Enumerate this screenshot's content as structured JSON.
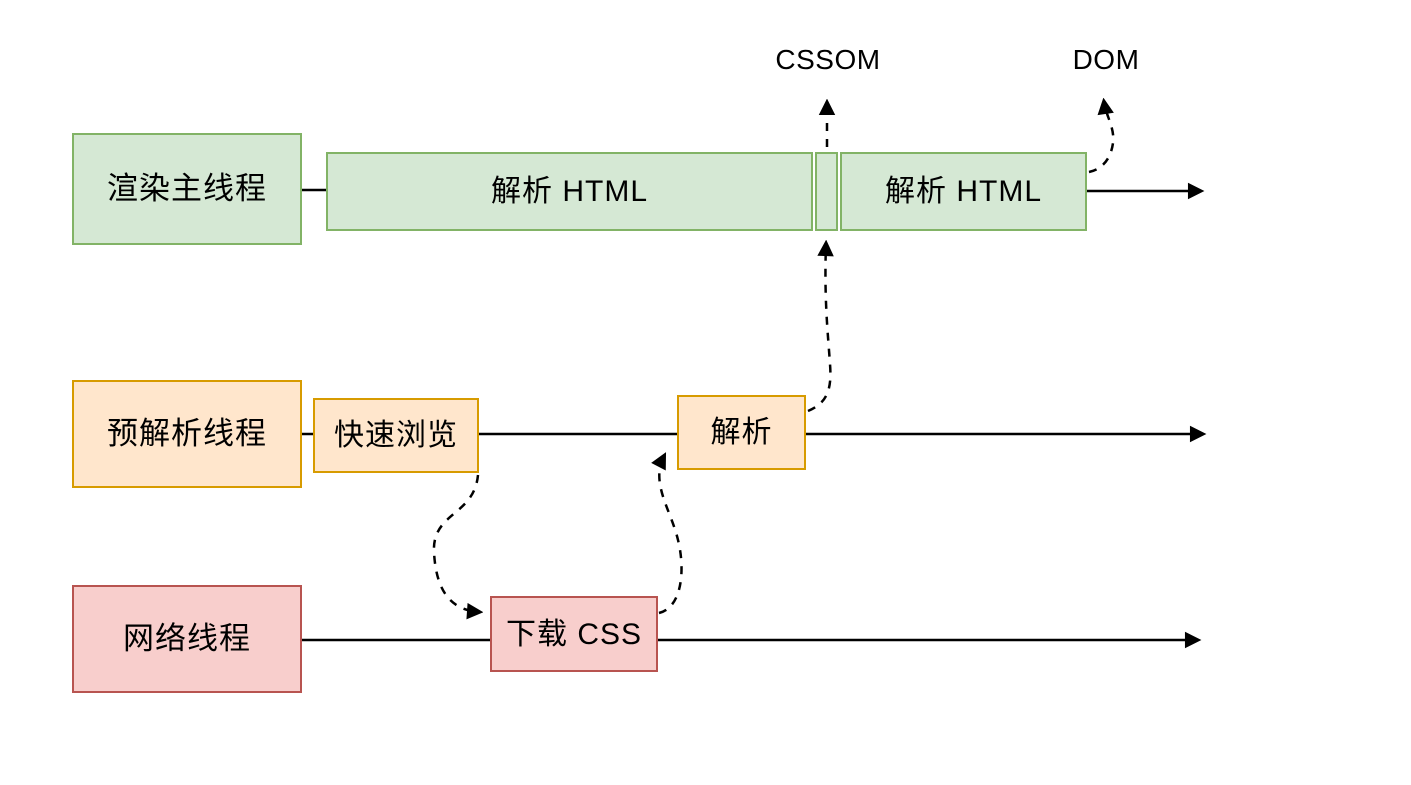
{
  "diagram": {
    "description": "browser-rendering-threads-timeline",
    "threads": {
      "render": {
        "label": "渲染主线程"
      },
      "preparse": {
        "label": "预解析线程"
      },
      "network": {
        "label": "网络线程"
      }
    },
    "tasks": {
      "parse_html_1": "解析 HTML",
      "parse_html_2": "解析 HTML",
      "quick_scan": "快速浏览",
      "parse": "解析",
      "download_css": "下载 CSS"
    },
    "outputs": {
      "cssom": "CSSOM",
      "dom": "DOM"
    }
  },
  "colors": {
    "green_fill": "#d5e8d4",
    "green_stroke": "#82b366",
    "orange_fill": "#ffe6cc",
    "orange_stroke": "#d79b00",
    "red_fill": "#f8cecc",
    "red_stroke": "#b85450",
    "line_color": "#000000",
    "bg_color": "#ffffff"
  }
}
